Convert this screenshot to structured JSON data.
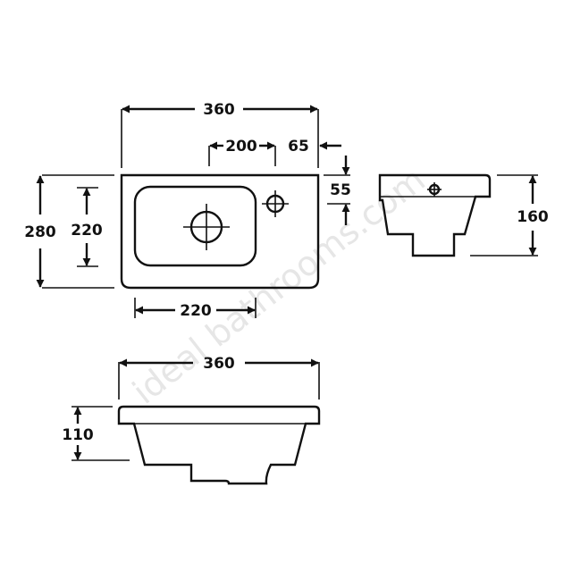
{
  "watermark": "ideal bathrooms.com",
  "plan_view": {
    "width": "360",
    "tap_offset": "200",
    "tap_edge": "65",
    "tap_depth": "55",
    "overall_depth": "280",
    "bowl_depth": "220",
    "bowl_width": "220"
  },
  "side_view": {
    "height": "160"
  },
  "front_view": {
    "width": "360",
    "bowl_height": "110"
  }
}
